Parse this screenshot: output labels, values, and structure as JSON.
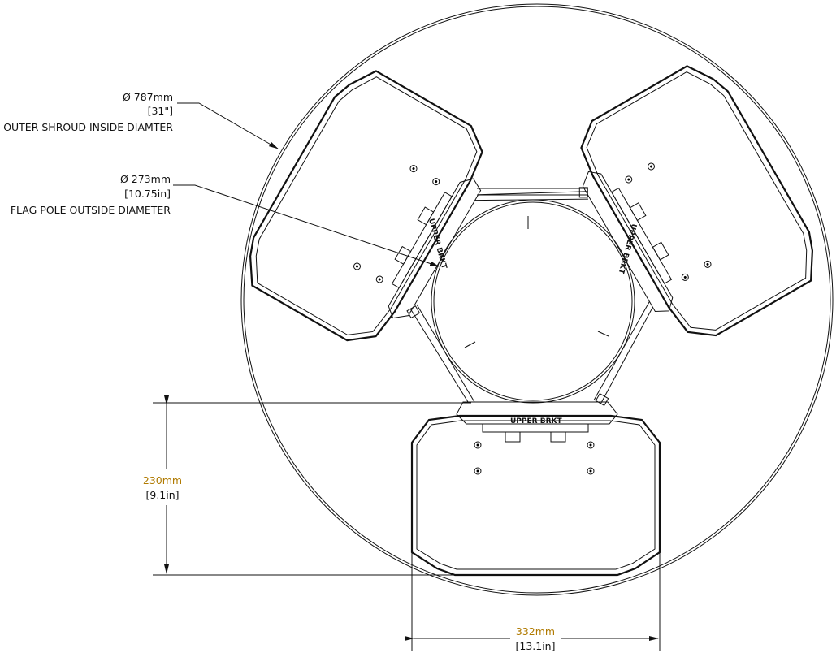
{
  "drawing": {
    "outer_shroud": {
      "diameter": "787mm",
      "diameter_in": "[31\"]",
      "label": "OUTER SHROUD INSIDE DIAMTER"
    },
    "flag_pole": {
      "diameter": "273mm",
      "diameter_in": "[10.75in]",
      "label": "FLAG POLE OUTSIDE DIAMETER"
    },
    "panel_height": {
      "value": "230mm",
      "value_in": "[9.1in]"
    },
    "panel_width": {
      "value": "332mm",
      "value_in": "[13.1in]"
    },
    "bracket_label": "UPPER BRKT",
    "diameter_symbol": "Ø",
    "colors": {
      "line": "#111111",
      "dimension_text": "#b07a00"
    }
  }
}
